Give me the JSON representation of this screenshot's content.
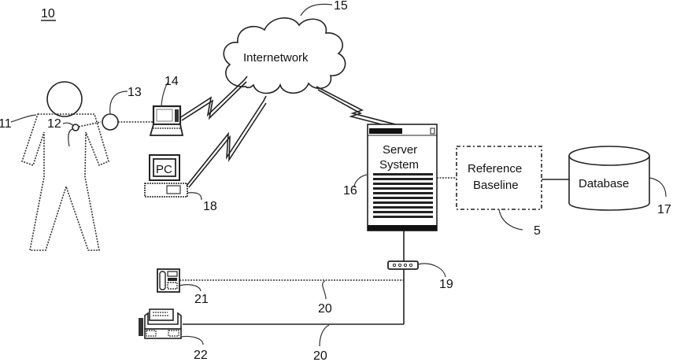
{
  "figure": {
    "figure_number": "10",
    "cloud": {
      "label": "Internetwork",
      "ref": "15"
    },
    "person": {
      "ref": "11",
      "sensor_ref": "12"
    },
    "monitor_device": {
      "ref": "13"
    },
    "laptop": {
      "ref": "14"
    },
    "pc": {
      "screen_text": "PC",
      "ref": "18"
    },
    "server": {
      "label_line1": "Server",
      "label_line2": "System",
      "ref": "16"
    },
    "reference_baseline": {
      "label_line1": "Reference",
      "label_line2": "Baseline",
      "ref": "5"
    },
    "database": {
      "label": "Database",
      "ref": "17"
    },
    "modem": {
      "ref": "19"
    },
    "phone": {
      "ref": "21"
    },
    "fax": {
      "ref": "22"
    },
    "phone_line_upper": {
      "ref": "20"
    },
    "phone_line_lower": {
      "ref": "20"
    }
  }
}
